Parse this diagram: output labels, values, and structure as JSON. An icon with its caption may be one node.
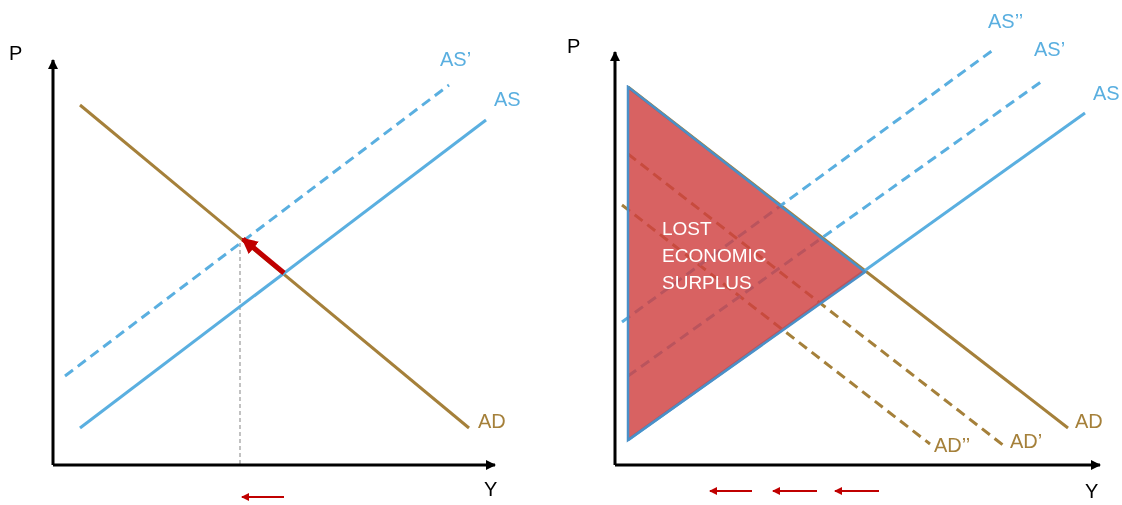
{
  "diagram": {
    "nodes": [
      {
        "text": [
          "LOST ECONOMIC SURPLUS"
        ]
      }
    ],
    "edges": [],
    "labels": [
      "P",
      "AS’",
      "AS",
      "AD",
      "Y",
      "P",
      "AS’’",
      "AS’",
      "AS",
      "AD",
      "AD’",
      "AD’’",
      "Y"
    ]
  }
}
